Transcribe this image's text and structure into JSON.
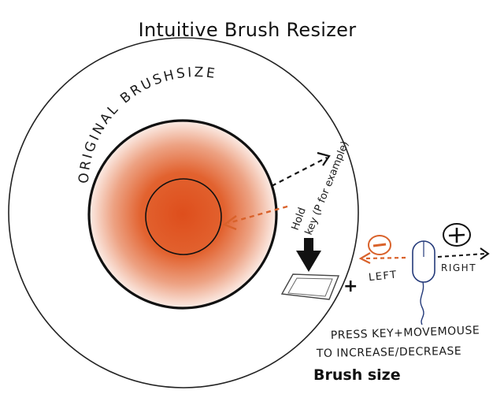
{
  "title": "Intuitive Brush Resizer",
  "labels": {
    "original_brush_size": "ORIGINAL BRUSHSIZE",
    "hold_key_line1": "Hold",
    "hold_key_line2": "key (P for example)",
    "plus_join": "+",
    "minus_symbol": "−",
    "plus_symbol": "+",
    "left": "LEFT",
    "right": "RIGHT",
    "instruction_line1": "PRESS KEY+MOVEMOUSE",
    "instruction_line2": "TO INCREASE/DECREASE",
    "instruction_line3": "Brush size"
  },
  "colors": {
    "brush": "#e0521f",
    "dashed_red": "#d9622b",
    "outline": "#111111"
  },
  "icons": {
    "key": "keyboard-key-icon",
    "arrow": "down-arrow-icon",
    "mouse": "mouse-icon"
  }
}
